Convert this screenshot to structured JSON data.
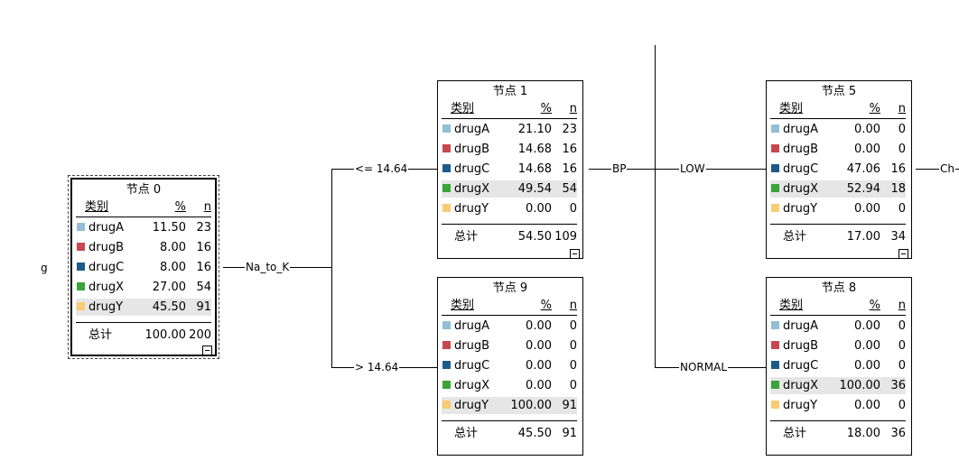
{
  "node_title_prefix": "节点",
  "headers": {
    "category": "类别",
    "percent": "%",
    "n": "n"
  },
  "total_label": "总计",
  "colors": {
    "drugA": "#92bfd6",
    "drugB": "#c7474f",
    "drugC": "#1b5b8c",
    "drugX": "#3aa33a",
    "drugY": "#f9cb75"
  },
  "left_clip_label": "g",
  "right_clip_label": "Ch",
  "splits": {
    "root": "Na_to_K",
    "node1": "BP"
  },
  "branches": {
    "le": "<= 14.64",
    "gt": "> 14.64",
    "low": "LOW",
    "normal": "NORMAL"
  },
  "nodes": [
    {
      "id": "0",
      "title": "节点 0",
      "rows": [
        {
          "cat": "drugA",
          "pct": "11.50",
          "n": "23"
        },
        {
          "cat": "drugB",
          "pct": "8.00",
          "n": "16"
        },
        {
          "cat": "drugC",
          "pct": "8.00",
          "n": "16"
        },
        {
          "cat": "drugX",
          "pct": "27.00",
          "n": "54"
        },
        {
          "cat": "drugY",
          "pct": "45.50",
          "n": "91"
        }
      ],
      "total": {
        "pct": "100.00",
        "n": "200"
      },
      "highlight": 4
    },
    {
      "id": "1",
      "title": "节点 1",
      "rows": [
        {
          "cat": "drugA",
          "pct": "21.10",
          "n": "23"
        },
        {
          "cat": "drugB",
          "pct": "14.68",
          "n": "16"
        },
        {
          "cat": "drugC",
          "pct": "14.68",
          "n": "16"
        },
        {
          "cat": "drugX",
          "pct": "49.54",
          "n": "54"
        },
        {
          "cat": "drugY",
          "pct": "0.00",
          "n": "0"
        }
      ],
      "total": {
        "pct": "54.50",
        "n": "109"
      },
      "highlight": 3
    },
    {
      "id": "9",
      "title": "节点 9",
      "rows": [
        {
          "cat": "drugA",
          "pct": "0.00",
          "n": "0"
        },
        {
          "cat": "drugB",
          "pct": "0.00",
          "n": "0"
        },
        {
          "cat": "drugC",
          "pct": "0.00",
          "n": "0"
        },
        {
          "cat": "drugX",
          "pct": "0.00",
          "n": "0"
        },
        {
          "cat": "drugY",
          "pct": "100.00",
          "n": "91"
        }
      ],
      "total": {
        "pct": "45.50",
        "n": "91"
      },
      "highlight": 4
    },
    {
      "id": "5",
      "title": "节点 5",
      "rows": [
        {
          "cat": "drugA",
          "pct": "0.00",
          "n": "0"
        },
        {
          "cat": "drugB",
          "pct": "0.00",
          "n": "0"
        },
        {
          "cat": "drugC",
          "pct": "47.06",
          "n": "16"
        },
        {
          "cat": "drugX",
          "pct": "52.94",
          "n": "18"
        },
        {
          "cat": "drugY",
          "pct": "0.00",
          "n": "0"
        }
      ],
      "total": {
        "pct": "17.00",
        "n": "34"
      },
      "highlight": 3
    },
    {
      "id": "8",
      "title": "节点 8",
      "rows": [
        {
          "cat": "drugA",
          "pct": "0.00",
          "n": "0"
        },
        {
          "cat": "drugB",
          "pct": "0.00",
          "n": "0"
        },
        {
          "cat": "drugC",
          "pct": "0.00",
          "n": "0"
        },
        {
          "cat": "drugX",
          "pct": "100.00",
          "n": "36"
        },
        {
          "cat": "drugY",
          "pct": "0.00",
          "n": "0"
        }
      ],
      "total": {
        "pct": "18.00",
        "n": "36"
      },
      "highlight": 3
    }
  ]
}
